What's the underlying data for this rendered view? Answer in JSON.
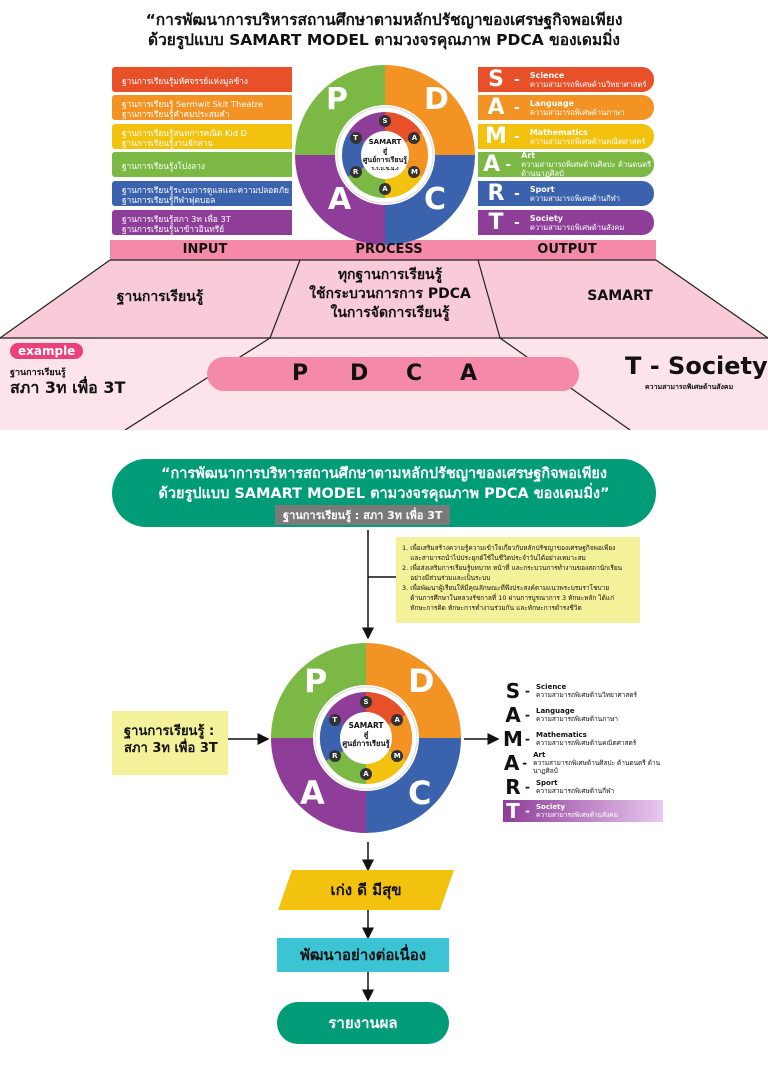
{
  "top": {
    "title_line1": "“การพัฒนาการบริหารสถานศึกษาตามหลักปรัชญาของเศรษฐกิจพอเพียง",
    "title_line2": "ด้วยรูปแบบ SAMART MODEL ตามวงจรคุณภาพ PDCA ของเดมมิ่ง",
    "input_items": [
      {
        "lines": [
          "ฐานการเรียนรู้มหัศจรรย์แห่งมูลช้าง"
        ],
        "color": "#e8502a"
      },
      {
        "lines": [
          "ฐานการเรียนรู้ Sermwit Skit Theatre",
          "ฐานการเรียนรู้คำคมประสมคำ"
        ],
        "color": "#f39323"
      },
      {
        "lines": [
          "ฐานการเรียนรู้สนทการคณิต Kid D",
          "ฐานการเรียนรู้งานจักสาน"
        ],
        "color": "#f3c20f"
      },
      {
        "lines": [
          "ฐานการเรียนรู้งโปงลาง"
        ],
        "color": "#7cb944"
      },
      {
        "lines": [
          "ฐานการเรียนรู้ระบบการดูแลและความปลอดภัย",
          "ฐานการเรียนรู้กีฬาฟุตบอล"
        ],
        "color": "#3b62ad"
      },
      {
        "lines": [
          "ฐานการเรียนรู้สภา 3ท เพื่อ 3T",
          "ฐานการเรียนรู้นาข้าวอินทรีย์"
        ],
        "color": "#8e3d98"
      }
    ],
    "output_items": [
      {
        "letter": "S",
        "word": "Science",
        "desc": "ความสามารถพิเศษด้านวิทยาศาสตร์",
        "color": "#e8502a"
      },
      {
        "letter": "A",
        "word": "Language",
        "desc": "ความสามารถพิเศษด้านภาษา",
        "color": "#f39323"
      },
      {
        "letter": "M",
        "word": "Mathematics",
        "desc": "ความสามารถพิเศษด้านคณิตศาสตร์",
        "color": "#f3c20f"
      },
      {
        "letter": "A",
        "word": "Art",
        "desc": "ความสามารถพิเศษด้านศิลปะ ด้านดนตรี ด้านนาฏศิลป์",
        "color": "#7cb944"
      },
      {
        "letter": "R",
        "word": "Sport",
        "desc": "ความสามารถพิเศษด้านกีฬา",
        "color": "#3b62ad"
      },
      {
        "letter": "T",
        "word": "Society",
        "desc": "ความสามารถพิเศษด้านสังคม",
        "color": "#8e3d98"
      }
    ],
    "hdr_input": "INPUT",
    "hdr_process": "PROCESS",
    "hdr_output": "OUTPUT",
    "cell_input": "ฐานการเรียนรู้",
    "cell_process_l1": "ทุกฐานการเรียนรู้",
    "cell_process_l2": "ใช้กระบวนการการ PDCA",
    "cell_process_l3": "ในการจัดการเรียนรู้",
    "cell_output": "SAMART",
    "example_tag": "example",
    "example_sub": "ฐานการเรียนรู้",
    "example_main": "สภา 3ท เพื่อ 3T",
    "pdca_bar": [
      "P",
      "D",
      "C",
      "A"
    ],
    "tsociety_main": "T - Society",
    "tsociety_sub": "ความสามารถพิเศษด้านสังคม"
  },
  "wheel": {
    "p": "P",
    "d": "D",
    "c": "C",
    "a": "A",
    "center_l1": "SAMART",
    "center_l2": "สู่",
    "center_l3": "ศูนย์การเรียนรู้",
    "center_small": "ร.ร.บ.ข.ม.ง",
    "hex_letters": [
      "S",
      "A",
      "M",
      "A",
      "R",
      "T"
    ]
  },
  "bottom": {
    "title_line1": "“การพัฒนาการบริหารสถานศึกษาตามหลักปรัชญาของเศรษฐกิจพอเพียง",
    "title_line2": "ด้วยรูปแบบ SAMART MODEL ตามวงจรคุณภาพ PDCA ของเดมมิ่ง”",
    "subtitle": "ฐานการเรียนรู้ : สภา 3ท เพื่อ 3T",
    "objectives": [
      "1. เพื่อเสริมสร้างความรู้ความเข้าใจเกี่ยวกับหลักปรัชญาของเศรษฐกิจพอเพียง",
      "    และสามารถนำไปประยุกต์ใช้ในชีวิตประจำวันได้อย่างเหมาะสม",
      "2. เพื่อส่งเสริมการเรียนรู้บทบาท หน้าที่ และกระบวนการทำงานของสถานักเรียน",
      "    อย่างมีส่วนร่วมและเป็นระบบ",
      "3. เพื่อพัฒนาผู้เรียนให้มีคุณลักษณะที่พึงประสงค์ตามแนวพระบรมราโชบาย",
      "    ด้านการศึกษาในหลวงรัชกาลที่ 10 ผ่านการบูรณาการ 3 ทักษะหลัก ได้แก่",
      "    ทักษะการคิด ทักษะการทำงานร่วมกัน และทักษะการดำรงชีวิต"
    ],
    "left_box_l1": "ฐานการเรียนรู้ :",
    "left_box_l2": "สภา 3ท เพื่อ 3T",
    "samart": [
      {
        "letter": "S",
        "word": "Science",
        "desc": "ความสามารถพิเศษด้านวิทยาศาสตร์"
      },
      {
        "letter": "A",
        "word": "Language",
        "desc": "ความสามารถพิเศษด้านภาษา"
      },
      {
        "letter": "M",
        "word": "Mathematics",
        "desc": "ความสามารถพิเศษด้านคณิตศาสตร์"
      },
      {
        "letter": "A",
        "word": "Art",
        "desc": "ความสามารถพิเศษด้านศิลปะ ด้านดนตรี ด้านนาฏศิลป์"
      },
      {
        "letter": "R",
        "word": "Sport",
        "desc": "ความสามารถพิเศษด้านกีฬา"
      },
      {
        "letter": "T",
        "word": "Society",
        "desc": "ความสามารถพิเศษด้านสังคม"
      }
    ],
    "step1": "เก่ง   ดี   มีสุข",
    "step2": "พัฒนาอย่างต่อเนื่อง",
    "step3": "รายงานผล"
  }
}
